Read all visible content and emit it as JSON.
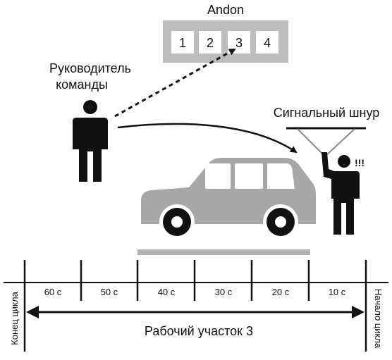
{
  "andon": {
    "title": "Andon",
    "cells": [
      "1",
      "2",
      "3",
      "4"
    ],
    "panel_color": "#bdbdbd"
  },
  "team_leader": {
    "label_line1": "Руководитель",
    "label_line2": "команды"
  },
  "signal_cord": {
    "label": "Сигнальный шнур",
    "alert": "!!!"
  },
  "timeline": {
    "segments": [
      "60 с",
      "50 с",
      "40 с",
      "30 с",
      "20 с",
      "10 с"
    ],
    "cycle_end": "Конец цикла",
    "cycle_start": "Начало цикла",
    "workstation": "Рабочий участок 3"
  },
  "colors": {
    "ink": "#111111",
    "car_body": "#a7a7a7",
    "car_window": "#ffffff",
    "wheel": "#111111",
    "platform": "#b3b3b3"
  }
}
